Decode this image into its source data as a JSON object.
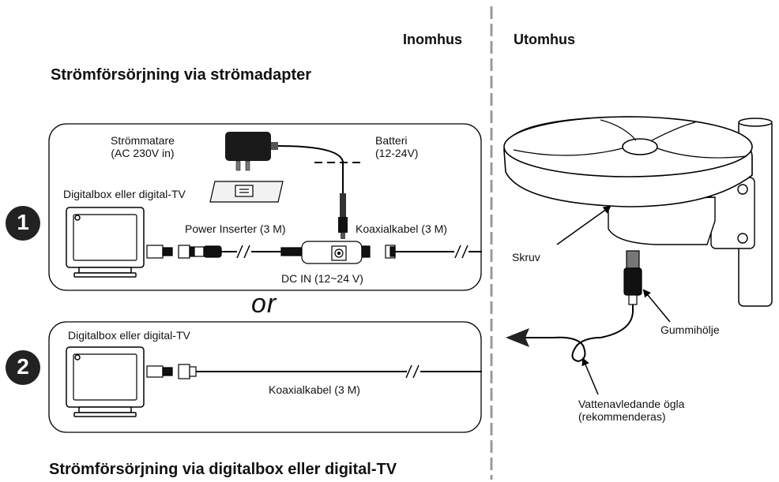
{
  "headers": {
    "indoor": "Inomhus",
    "outdoor": "Utomhus",
    "title_adapter": "Strömförsörjning via strömadapter",
    "title_digitalbox": "Strömförsörjning via digitalbox eller digital-TV"
  },
  "option1": {
    "number": "1",
    "power_supply": [
      "Strömmatare",
      "(AC 230V in)"
    ],
    "battery": [
      "Batteri",
      "(12-24V)"
    ],
    "device": "Digitalbox eller digital-TV",
    "power_inserter": "Power Inserter (3 M)",
    "coax": "Koaxialkabel (3 M)",
    "dc_in": "DC IN (12~24 V)"
  },
  "separator": "or",
  "option2": {
    "number": "2",
    "device": "Digitalbox eller digital-TV",
    "coax": "Koaxialkabel (3 M)"
  },
  "outdoor": {
    "screw": "Skruv",
    "rubber_cover": "Gummihölje",
    "drip_loop": [
      "Vattenavledande ögla",
      "(rekommenderas)"
    ]
  }
}
